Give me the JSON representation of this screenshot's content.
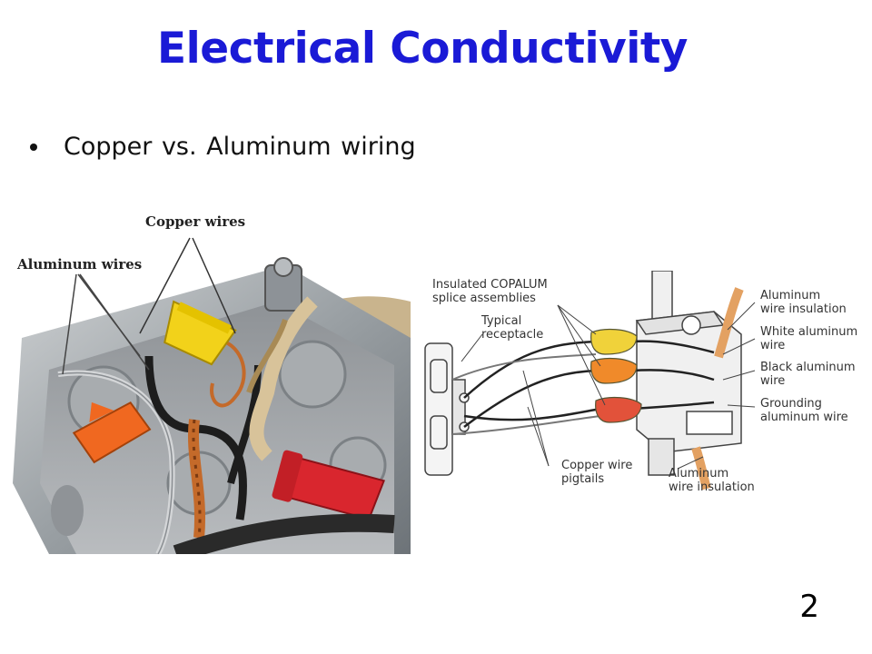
{
  "slide": {
    "title": "Electrical Conductivity",
    "bullets": [
      "Copper vs. Aluminum wiring"
    ],
    "page_number": "2"
  },
  "photo": {
    "copper_label": "Copper wires",
    "aluminum_label": "Aluminum wires"
  },
  "diagram": {
    "labels": {
      "splice": "Insulated COPALUM\nsplice assemblies",
      "receptacle": "Typical\nreceptacle",
      "copper_pigtails": "Copper wire\npigtails",
      "al_insulation_top": "Aluminum\nwire insulation",
      "white_al": "White aluminum\nwire",
      "black_al": "Black aluminum\nwire",
      "grounding_al": "Grounding\naluminum wire",
      "al_insulation_bottom": "Aluminum\nwire insulation"
    }
  },
  "colors": {
    "title": "#1a1ad6",
    "copper": "#c46a2a",
    "wire_nut_yellow": "#f2d21a",
    "wire_nut_red": "#d9262e",
    "wire_nut_orange": "#f06820"
  }
}
